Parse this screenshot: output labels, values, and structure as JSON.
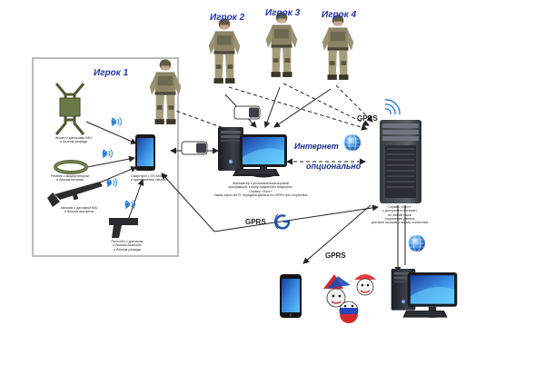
{
  "players": {
    "player1": "Игрок 1",
    "player2": "Игрок 2",
    "player3": "Игрок 3",
    "player4": "Игрок 4"
  },
  "equipment": {
    "vest": "Жилет с датчиками IMU\nи блоком разряда",
    "belt": "Ремень с аккумулятором\nи блоком питания",
    "rifle": "Автомат с датчиком IMU\nи блоком выстрела",
    "pistol": "Пистолет с датчиком\nи блоком Bluetooth\nи блоком разряда"
  },
  "phone_caption": "Смартфон с OS Android\nи приложением «Игрок»",
  "pc_caption": "Компьютер с установленной игровой\nпрограммой, к нему подключён смартфон.\nСервер «Хост»\nСвязь через Wi-Fi, передача данных по GPRS при отсутствии",
  "server_caption": "Сервер «Хост»\nс доступом в Интернет\nиз любой точки\nсохранение данных\nдля всех игроков и показа статистики",
  "labels": {
    "wifi_phone": "Wi Fi",
    "wifi_pc": "Wi Fi",
    "gprs_server": "GPRS",
    "gprs_bottom": "GPRS",
    "gprs_lower": "GPRS",
    "internet": "Интернет",
    "optional": "опционально"
  },
  "colors": {
    "player_title": "#2233aa",
    "network_text": "#1a2f8a",
    "frame": "#bbbbbb",
    "bluetooth": "#1f7ad6",
    "line": "#222222"
  }
}
